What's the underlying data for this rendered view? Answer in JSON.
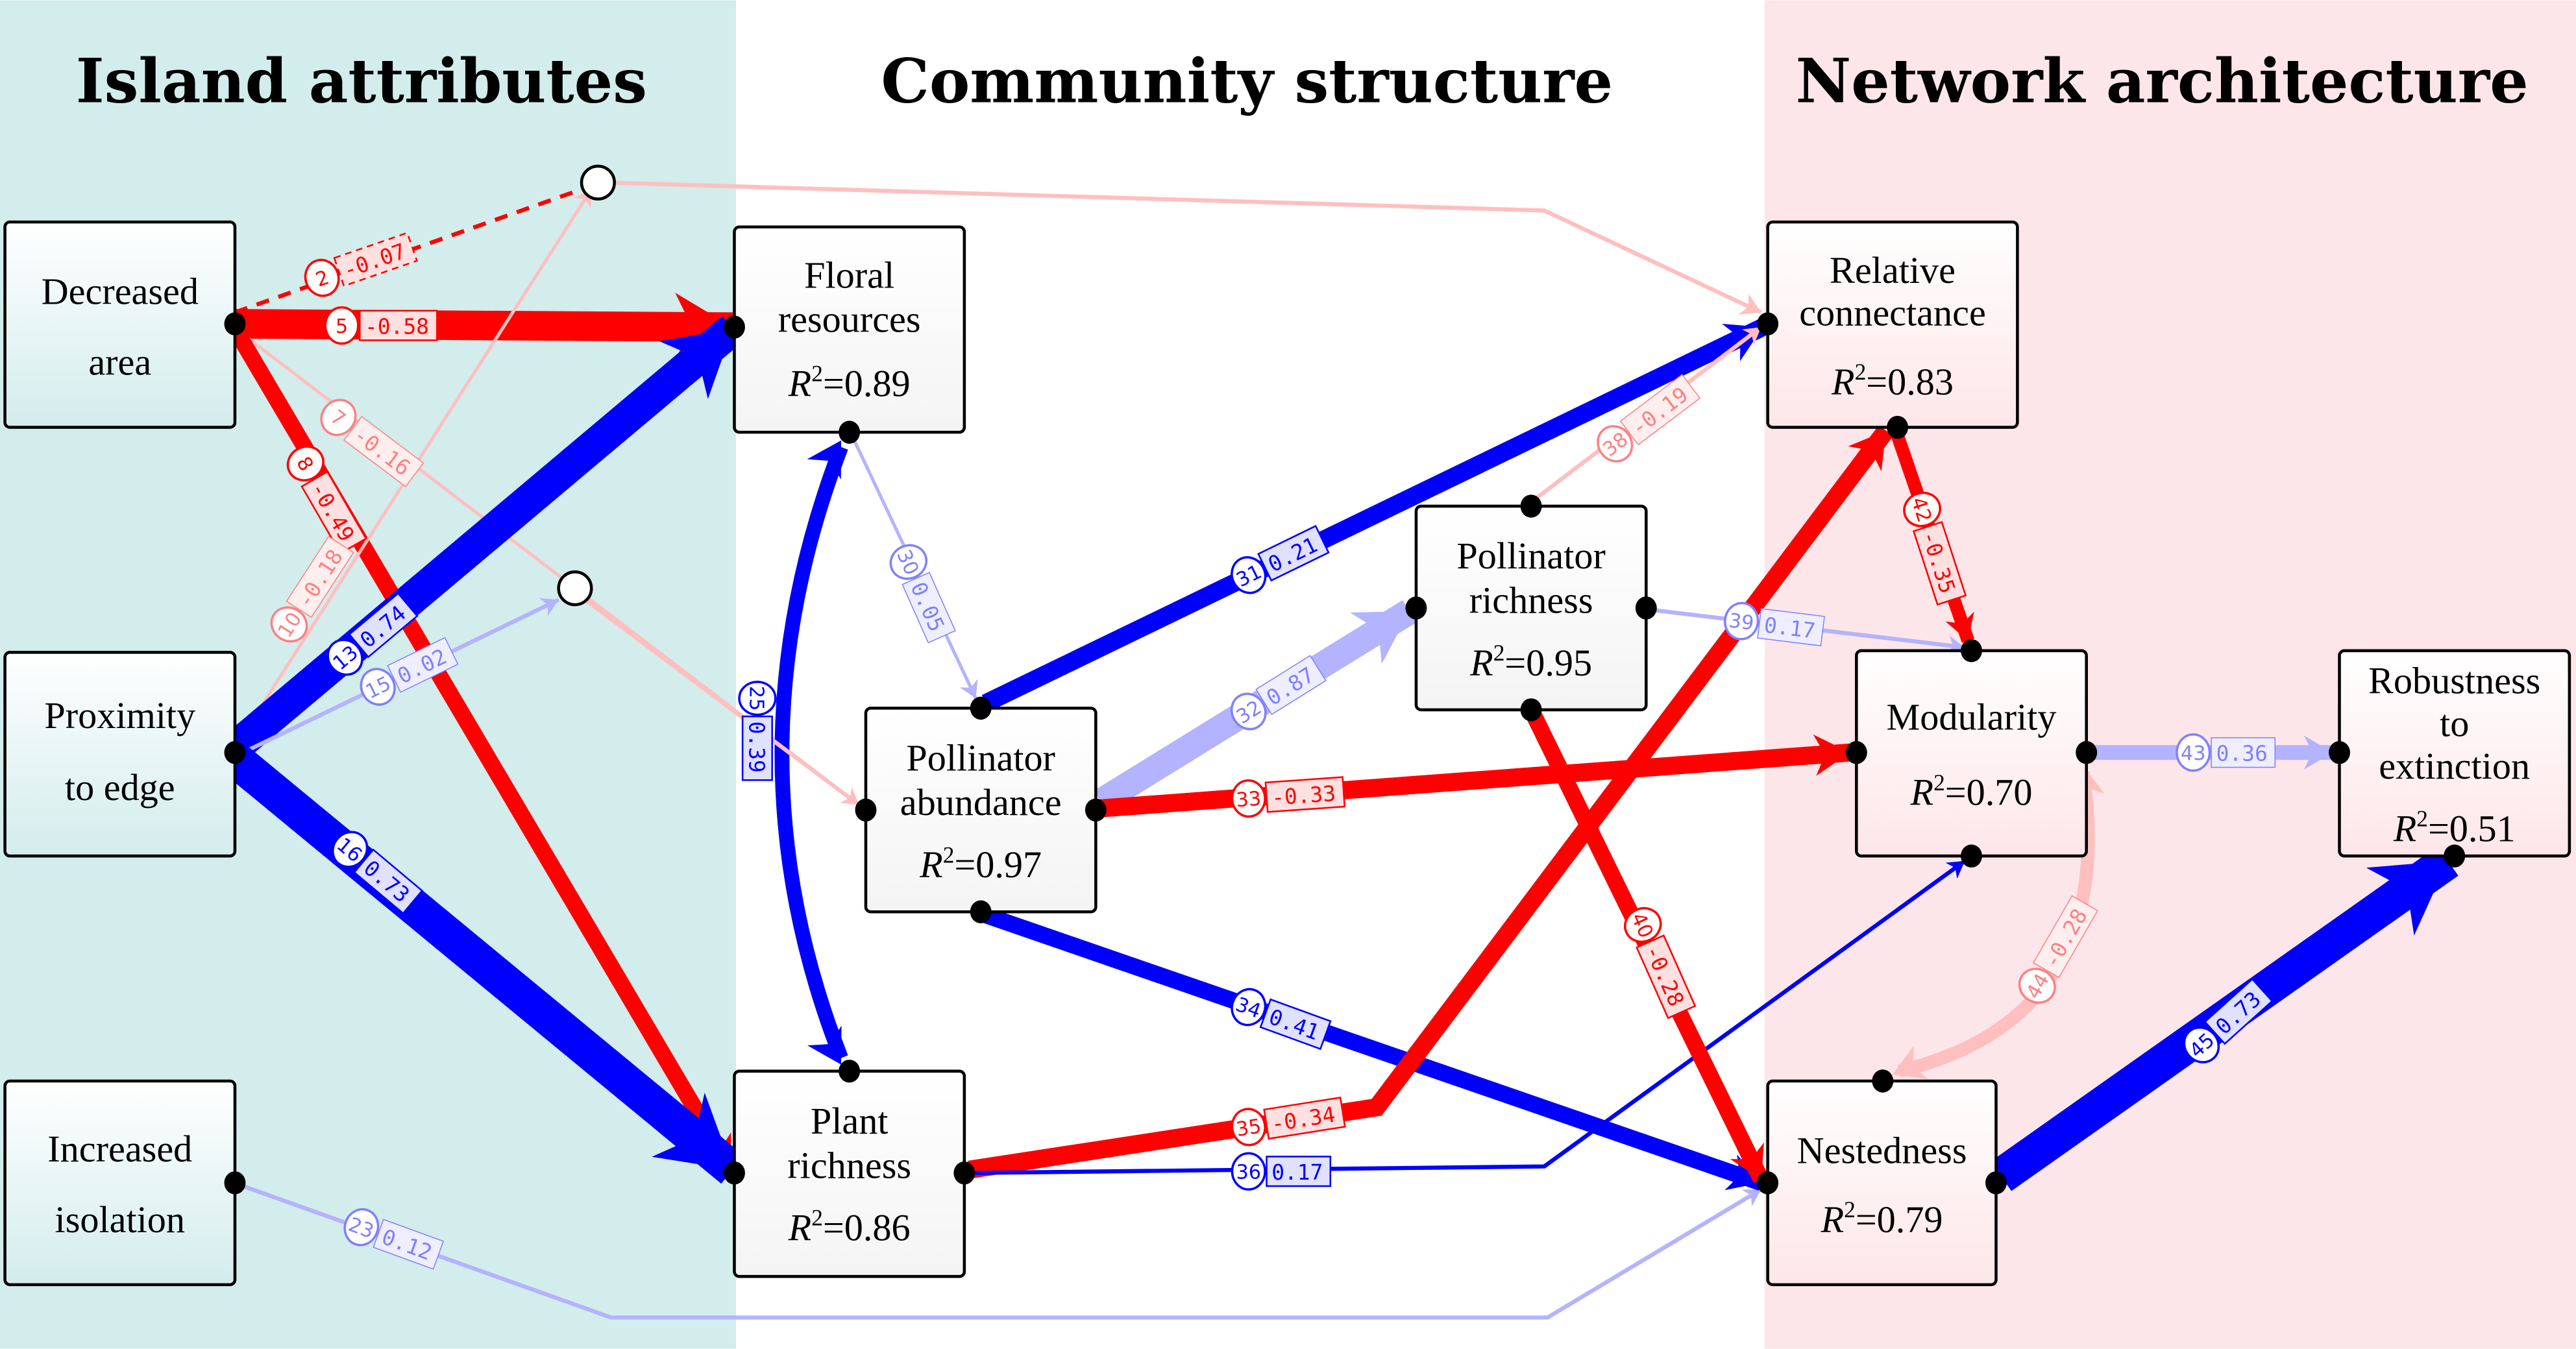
{
  "colors": {
    "panel_island": "#d3ecec",
    "panel_community": "#ffffff",
    "panel_network": "#fde6e9",
    "positive_strong": "#0000ff",
    "positive_weak": "#b3b3ff",
    "negative_strong": "#ff0000",
    "negative_weak": "#ffbfbf"
  },
  "panels": [
    {
      "id": "island",
      "title": "Island attributes"
    },
    {
      "id": "community",
      "title": "Community structure"
    },
    {
      "id": "network",
      "title": "Network architecture"
    }
  ],
  "nodes": [
    {
      "id": "area",
      "lines": [
        "Decreased",
        "area"
      ],
      "r2": null
    },
    {
      "id": "edge",
      "lines": [
        "Proximity",
        "to edge"
      ],
      "r2": null
    },
    {
      "id": "isolation",
      "lines": [
        "Increased",
        "isolation"
      ],
      "r2": null
    },
    {
      "id": "floral",
      "lines": [
        "Floral",
        "resources"
      ],
      "r2": "0.89"
    },
    {
      "id": "pollab",
      "lines": [
        "Pollinator",
        "abundance"
      ],
      "r2": "0.97"
    },
    {
      "id": "plantrich",
      "lines": [
        "Plant",
        "richness"
      ],
      "r2": "0.86"
    },
    {
      "id": "pollrich",
      "lines": [
        "Pollinator",
        "richness"
      ],
      "r2": "0.95"
    },
    {
      "id": "connect",
      "lines": [
        "Relative",
        "connectance"
      ],
      "r2": "0.83"
    },
    {
      "id": "modularity",
      "lines": [
        "Modularity"
      ],
      "r2": "0.70"
    },
    {
      "id": "robust",
      "lines": [
        "Robustness",
        "to",
        "extinction"
      ],
      "r2": "0.51"
    },
    {
      "id": "nested",
      "lines": [
        "Nestedness"
      ],
      "r2": "0.79"
    }
  ],
  "r2_prefix": "R",
  "r2_sup": "2",
  "r2_eq": "=",
  "edges": [
    {
      "num": "2",
      "value": "-0.07",
      "from": "area",
      "to": "latent-1",
      "sign": "neg",
      "strength": "strong",
      "dashed": true
    },
    {
      "num": "5",
      "value": "-0.58",
      "from": "area",
      "to": "floral",
      "sign": "neg",
      "strength": "strong"
    },
    {
      "num": "7",
      "value": "-0.16",
      "from": "area",
      "to": "pollab",
      "sign": "neg",
      "strength": "weak"
    },
    {
      "num": "8",
      "value": "-0.49",
      "from": "area",
      "to": "plantrich",
      "sign": "neg",
      "strength": "strong"
    },
    {
      "num": "10",
      "value": "-0.18",
      "from": "edge",
      "to": "latent-1",
      "sign": "neg",
      "strength": "weak"
    },
    {
      "num": "13",
      "value": "0.74",
      "from": "edge",
      "to": "floral",
      "sign": "pos",
      "strength": "strong"
    },
    {
      "num": "15",
      "value": "0.02",
      "from": "edge",
      "to": "latent-2",
      "sign": "pos",
      "strength": "weak"
    },
    {
      "num": "16",
      "value": "0.73",
      "from": "edge",
      "to": "plantrich",
      "sign": "pos",
      "strength": "strong"
    },
    {
      "num": "23",
      "value": "0.12",
      "from": "isolation",
      "to": "nested",
      "sign": "pos",
      "strength": "weak"
    },
    {
      "num": "25",
      "value": "0.39",
      "from": "floral",
      "to": "plantrich",
      "sign": "pos",
      "strength": "strong",
      "bidirectional": true
    },
    {
      "num": "30",
      "value": "0.05",
      "from": "floral",
      "to": "pollab",
      "sign": "pos",
      "strength": "weak"
    },
    {
      "num": "31",
      "value": "0.21",
      "from": "pollab",
      "to": "connect",
      "sign": "pos",
      "strength": "strong"
    },
    {
      "num": "32",
      "value": "0.87",
      "from": "pollab",
      "to": "pollrich",
      "sign": "pos",
      "strength": "weak"
    },
    {
      "num": "33",
      "value": "-0.33",
      "from": "pollab",
      "to": "modularity",
      "sign": "neg",
      "strength": "strong"
    },
    {
      "num": "34",
      "value": "0.41",
      "from": "pollab",
      "to": "nested",
      "sign": "pos",
      "strength": "strong"
    },
    {
      "num": "35",
      "value": "-0.34",
      "from": "plantrich",
      "to": "connect",
      "sign": "neg",
      "strength": "strong"
    },
    {
      "num": "36",
      "value": "0.17",
      "from": "plantrich",
      "to": "modularity",
      "sign": "pos",
      "strength": "strong"
    },
    {
      "num": "38",
      "value": "-0.19",
      "from": "pollrich",
      "to": "connect",
      "sign": "neg",
      "strength": "weak"
    },
    {
      "num": "39",
      "value": "0.17",
      "from": "pollrich",
      "to": "modularity",
      "sign": "pos",
      "strength": "weak"
    },
    {
      "num": "40",
      "value": "-0.28",
      "from": "pollrich",
      "to": "nested",
      "sign": "neg",
      "strength": "strong"
    },
    {
      "num": "42",
      "value": "-0.35",
      "from": "connect",
      "to": "modularity",
      "sign": "neg",
      "strength": "strong"
    },
    {
      "num": "43",
      "value": "0.36",
      "from": "modularity",
      "to": "robust",
      "sign": "pos",
      "strength": "weak"
    },
    {
      "num": "44",
      "value": "-0.28",
      "from": "modularity",
      "to": "nested",
      "sign": "neg",
      "strength": "weak",
      "bidirectional": true
    },
    {
      "num": "45",
      "value": "0.73",
      "from": "nested",
      "to": "robust",
      "sign": "pos",
      "strength": "strong"
    }
  ]
}
